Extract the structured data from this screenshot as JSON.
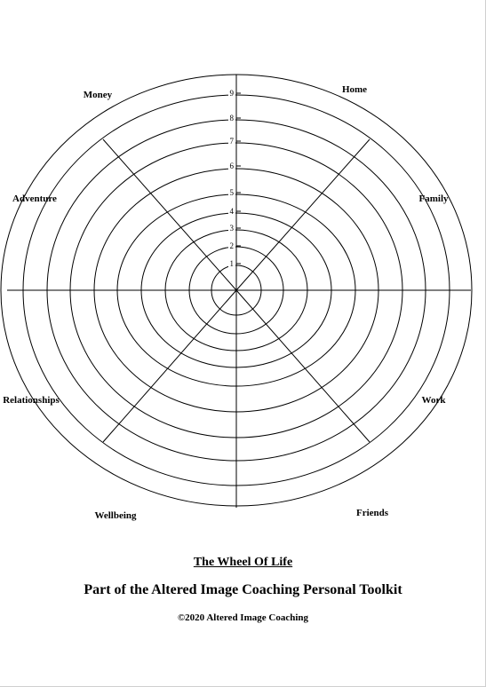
{
  "wheel": {
    "segments": [
      "Home",
      "Family",
      "Work",
      "Friends",
      "Wellbeing",
      "Relationships",
      "Adventure",
      "Money"
    ],
    "scale_labels": [
      "1",
      "2",
      "3",
      "4",
      "5",
      "6",
      "7",
      "8",
      "9"
    ]
  },
  "footer": {
    "title": "The Wheel Of Life",
    "subtitle": "Part of the Altered Image Coaching Personal Toolkit",
    "copyright": "©2020 Altered Image Coaching"
  }
}
